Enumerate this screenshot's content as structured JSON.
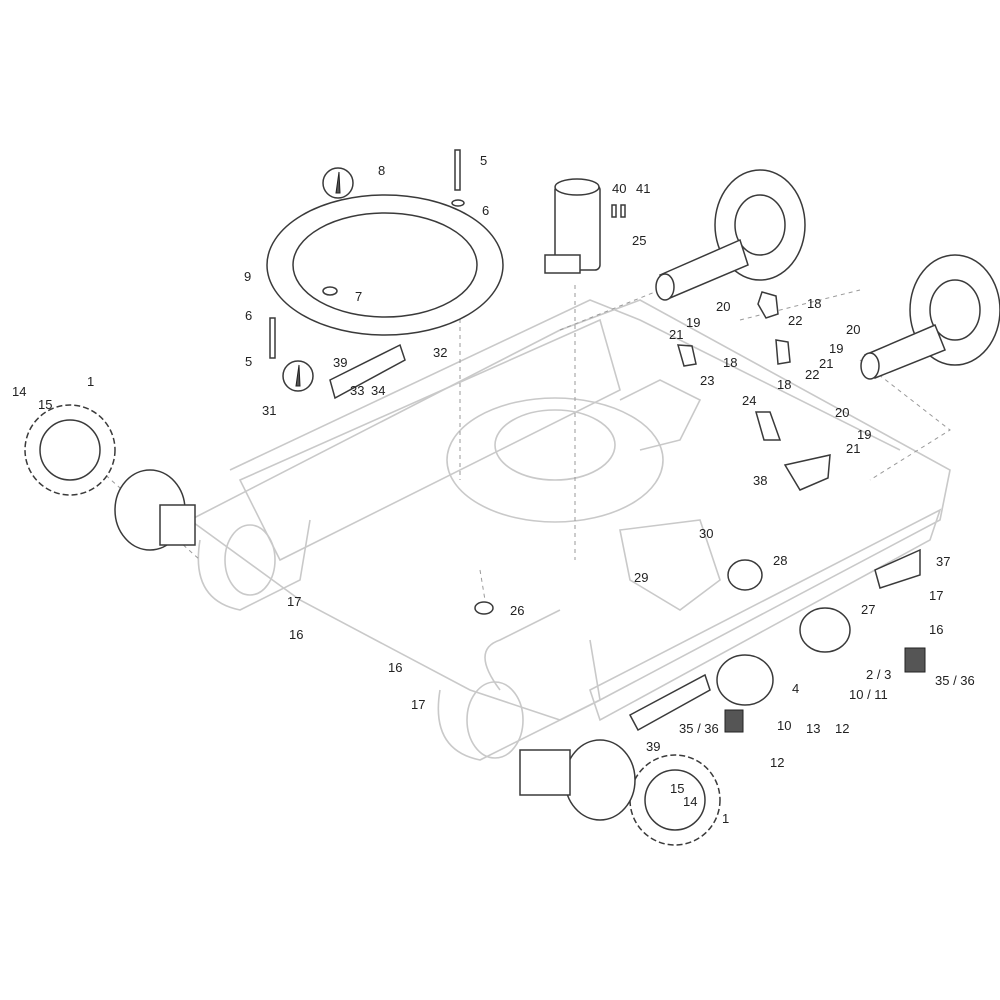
{
  "diagram": {
    "callouts": [
      "8",
      "5",
      "6",
      "40",
      "41",
      "25",
      "9",
      "7",
      "6",
      "5",
      "39",
      "32",
      "33",
      "34",
      "31",
      "14",
      "15",
      "1",
      "18",
      "20",
      "22",
      "19",
      "21",
      "18",
      "23",
      "20",
      "19",
      "21",
      "22",
      "18",
      "24",
      "20",
      "19",
      "21",
      "38",
      "30",
      "28",
      "29",
      "37",
      "17",
      "27",
      "16",
      "17",
      "16",
      "26",
      "16",
      "17",
      "2 / 3",
      "10 / 11",
      "35 / 36",
      "4",
      "13",
      "12",
      "35 / 36",
      "10",
      "39",
      "12",
      "15",
      "14",
      "1"
    ]
  }
}
